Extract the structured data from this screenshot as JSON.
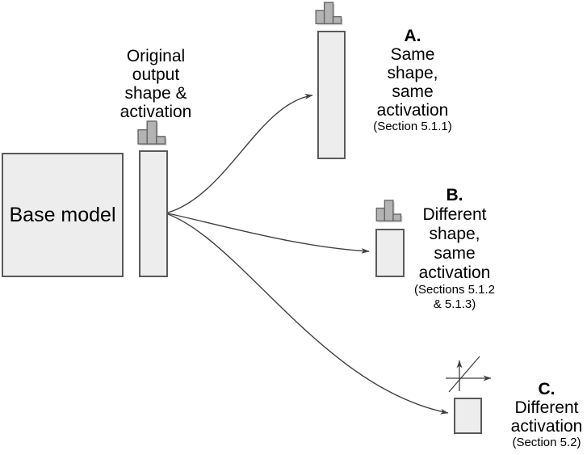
{
  "figure": {
    "base_model_label": "Base model",
    "original_output": {
      "lines": [
        "Original",
        "output",
        "shape &",
        "activation"
      ]
    },
    "branches": {
      "a": {
        "letter": "A.",
        "lines": [
          "Same",
          "shape,",
          "same",
          "activation"
        ],
        "section": "(Section 5.1.1)"
      },
      "b": {
        "letter": "B.",
        "lines": [
          "Different",
          "shape,",
          "same",
          "activation"
        ],
        "section_lines": [
          "(Sections 5.1.2",
          "& 5.1.3)"
        ]
      },
      "c": {
        "letter": "C.",
        "lines": [
          "Different",
          "activation"
        ],
        "section": "(Section 5.2)"
      }
    }
  },
  "icons": {
    "histogram": "histogram-icon",
    "activation_function": "activation-function-axes-icon"
  },
  "colors": {
    "background": "#ffffff",
    "box_fill": "#ededed",
    "box_border": "#5a5a5a",
    "bar_fill": "#b3b3b3",
    "bar_border": "#666666",
    "bar_shadow": "#d9d9d9",
    "arrow": "#404040",
    "text": "#000000"
  }
}
